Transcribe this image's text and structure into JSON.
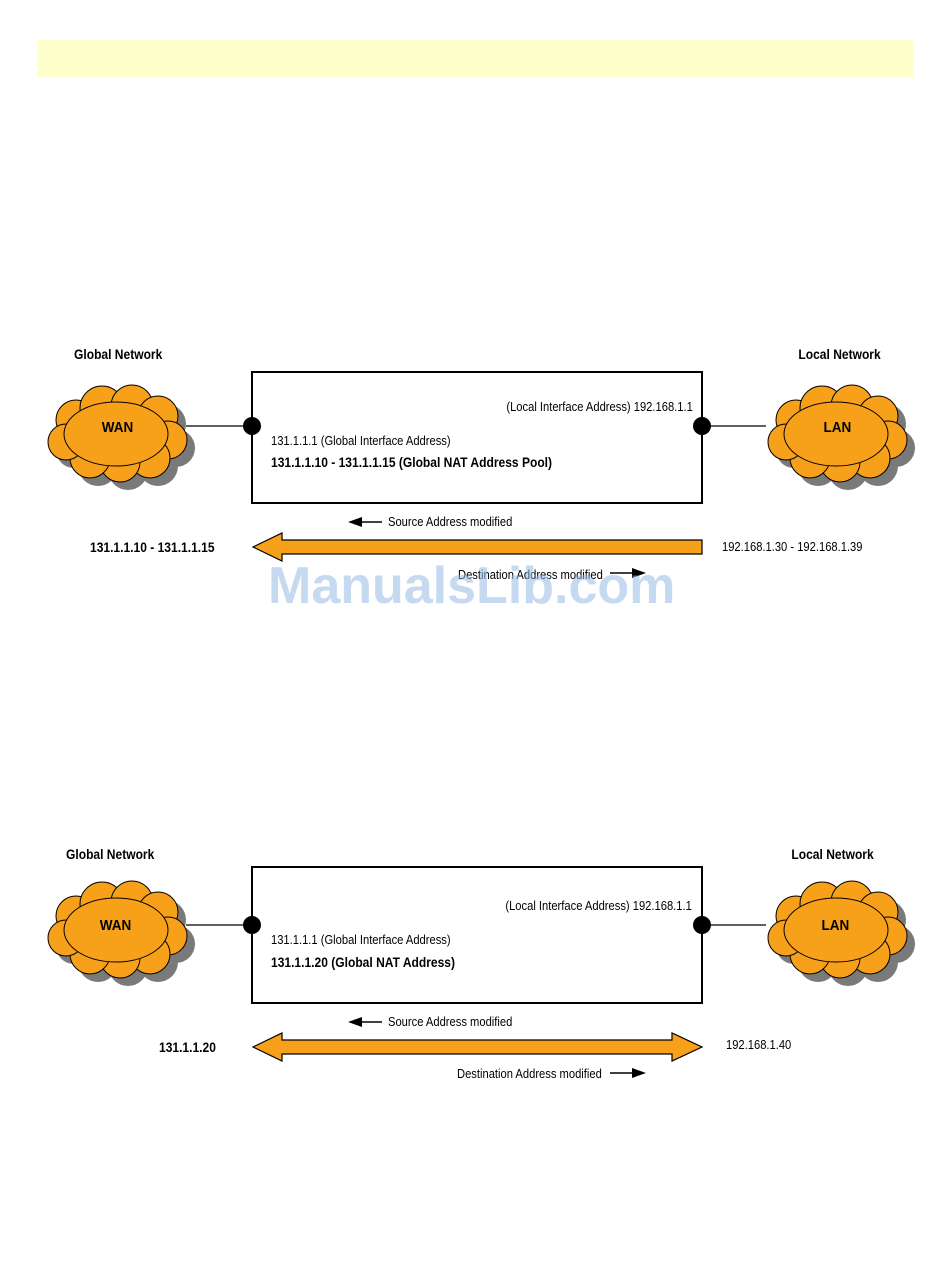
{
  "colors": {
    "banner": "#ffffcc",
    "cloud": "#f7a11a",
    "arrow": "#f7a11a",
    "watermark": "#96b9e6"
  },
  "watermark": "ManualsLib.com",
  "diagrams": [
    {
      "global_network": "Global Network",
      "local_network": "Local Network",
      "wan": "WAN",
      "lan": "LAN",
      "local_interface": "(Local Interface Address) 192.168.1.1",
      "global_interface": "131.1.1.1 (Global Interface Address)",
      "nat_address": "131.1.1.10 - 131.1.1.15 (Global NAT Address Pool)",
      "source_modified": "Source Address modified",
      "destination_modified": "Destination Address modified",
      "left_address": "131.1.1.10 - 131.1.1.15",
      "right_address": "192.168.1.30 - 192.168.1.39",
      "arrow_icon": "left-arrow"
    },
    {
      "global_network": "Global Network",
      "local_network": "Local Network",
      "wan": "WAN",
      "lan": "LAN",
      "local_interface": "(Local Interface Address) 192.168.1.1",
      "global_interface": "131.1.1.1 (Global Interface Address)",
      "nat_address": "131.1.1.20 (Global NAT Address)",
      "source_modified": "Source Address modified",
      "destination_modified": "Destination Address modified",
      "left_address": "131.1.1.20",
      "right_address": "192.168.1.40",
      "arrow_icon": "double-arrow"
    }
  ]
}
